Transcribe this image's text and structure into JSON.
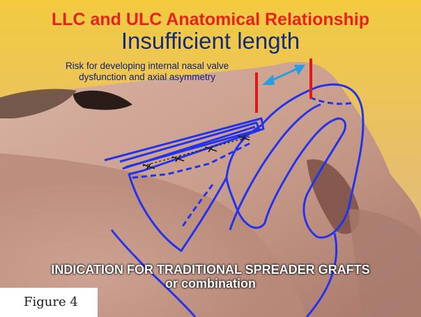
{
  "figure": {
    "title": "LLC and ULC Anatomical Relationship",
    "subtitle": "Insufficient length",
    "risk_line1": "Risk for developing internal nasal valve",
    "risk_line2": "dysfunction and axial asymmetry",
    "indication_line1": "INDICATION FOR TRADITIONAL SPREADER GRAFTS",
    "indication_line2": "or combination",
    "caption": "Figure 4"
  },
  "colors": {
    "background_top": "#f1c83a",
    "skin": "#caa08f",
    "title_red": "#e8211c",
    "title_navy": "#142b7a",
    "outline_blue": "#2233ee",
    "marker_red": "#e01818",
    "arrow_cyan": "#2a9ee0"
  }
}
